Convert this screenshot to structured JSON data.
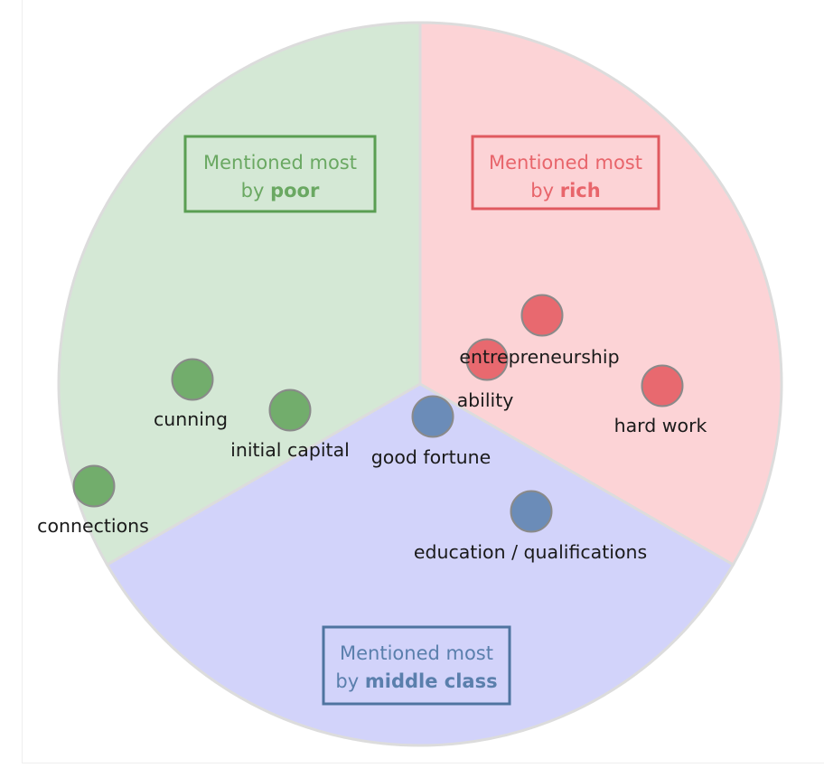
{
  "chart_data": {
    "type": "scatter",
    "title": "",
    "sectors": [
      {
        "key": "poor",
        "line1": "Mentioned most",
        "by": "by ",
        "group": "poor",
        "fill": "#d4e8d5",
        "border": "#5a9e52",
        "text": "#6aa862",
        "dot": "#72ad6c"
      },
      {
        "key": "rich",
        "line1": "Mentioned most",
        "by": "by ",
        "group": "rich",
        "fill": "#fcd3d6",
        "border": "#e05a60",
        "text": "#e8656b",
        "dot": "#e8696f"
      },
      {
        "key": "middle",
        "line1": "Mentioned most",
        "by": "by ",
        "group": "middle class",
        "fill": "#d2d3fa",
        "border": "#4f74a0",
        "text": "#5a7fac",
        "dot": "#6b8cb8"
      }
    ],
    "points": [
      {
        "label": "cunning",
        "group": "poor"
      },
      {
        "label": "initial capital",
        "group": "poor"
      },
      {
        "label": "connections",
        "group": "poor"
      },
      {
        "label": "entrepreneurship",
        "group": "rich"
      },
      {
        "label": "ability",
        "group": "rich"
      },
      {
        "label": "hard work",
        "group": "rich"
      },
      {
        "label": "good fortune",
        "group": "middle"
      },
      {
        "label": "education / qualifications",
        "group": "middle"
      }
    ]
  }
}
